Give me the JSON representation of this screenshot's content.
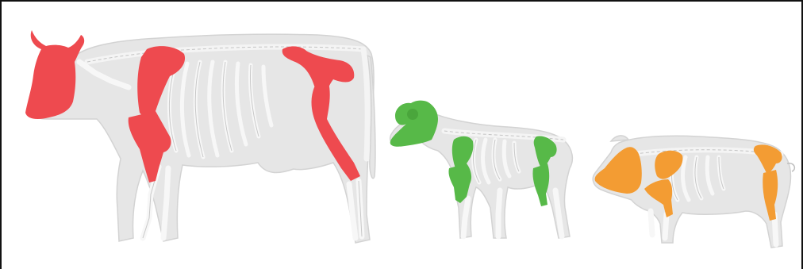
{
  "colors": {
    "background": "#ffffff",
    "frame": "#111111",
    "silhouette": "#e6e6e6",
    "skeleton": "#f7f7f7",
    "cow_highlight": "#ee4a4f",
    "sheep_highlight": "#57b948",
    "pig_highlight": "#f39c33"
  },
  "animals": [
    {
      "id": "cow",
      "highlight": "#ee4a4f",
      "highlighted_parts": [
        "head",
        "shoulder",
        "foreleg",
        "hindquarter",
        "hind-leg"
      ]
    },
    {
      "id": "sheep",
      "highlight": "#57b948",
      "highlighted_parts": [
        "head",
        "shoulder",
        "foreleg",
        "hindquarter",
        "hind-leg"
      ]
    },
    {
      "id": "pig",
      "highlight": "#f39c33",
      "highlighted_parts": [
        "head",
        "shoulder",
        "foreleg",
        "hindquarter",
        "hind-leg"
      ]
    }
  ]
}
